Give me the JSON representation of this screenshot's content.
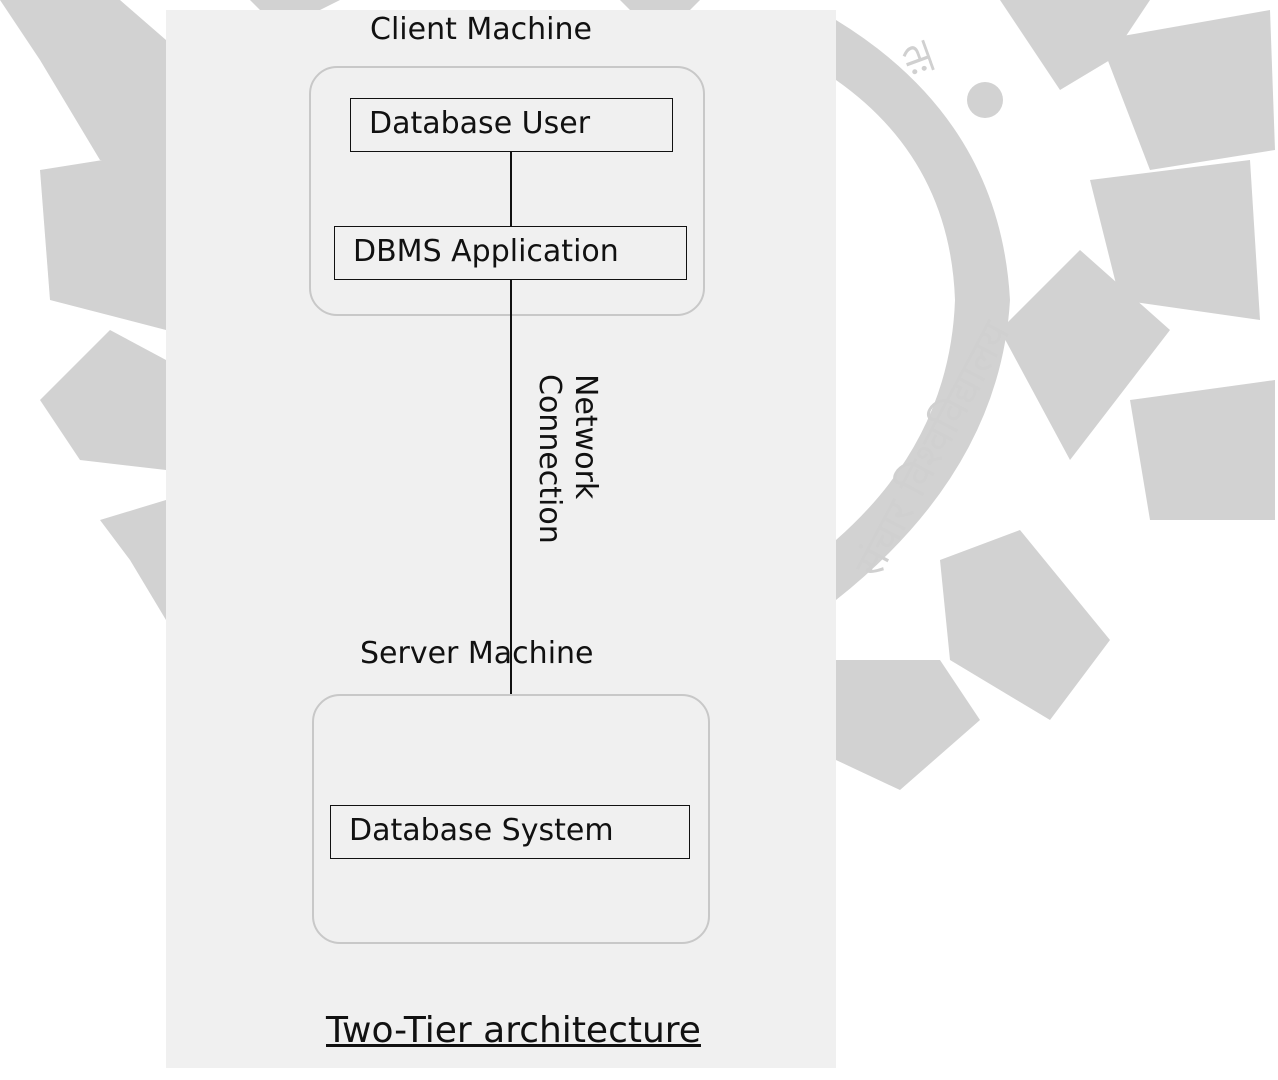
{
  "diagram": {
    "caption": "Two-Tier architecture",
    "client_machine": {
      "title": "Client Machine",
      "nodes": [
        {
          "label": "Database User"
        },
        {
          "label": "DBMS Application"
        }
      ]
    },
    "network_connection": {
      "line1": "Network",
      "line2": "Connection"
    },
    "server_machine": {
      "title": "Server Machine",
      "nodes": [
        {
          "label": "Database System"
        }
      ]
    }
  },
  "watermark": {
    "text": "संचार विश्वविद्यालय",
    "fragment": "तः"
  },
  "colors": {
    "page_background": "#ffffff",
    "panel_background": "#f0f0f0",
    "watermark_gray": "#d2d2d2",
    "container_border": "#c8c8c8",
    "line_color": "#111111"
  }
}
